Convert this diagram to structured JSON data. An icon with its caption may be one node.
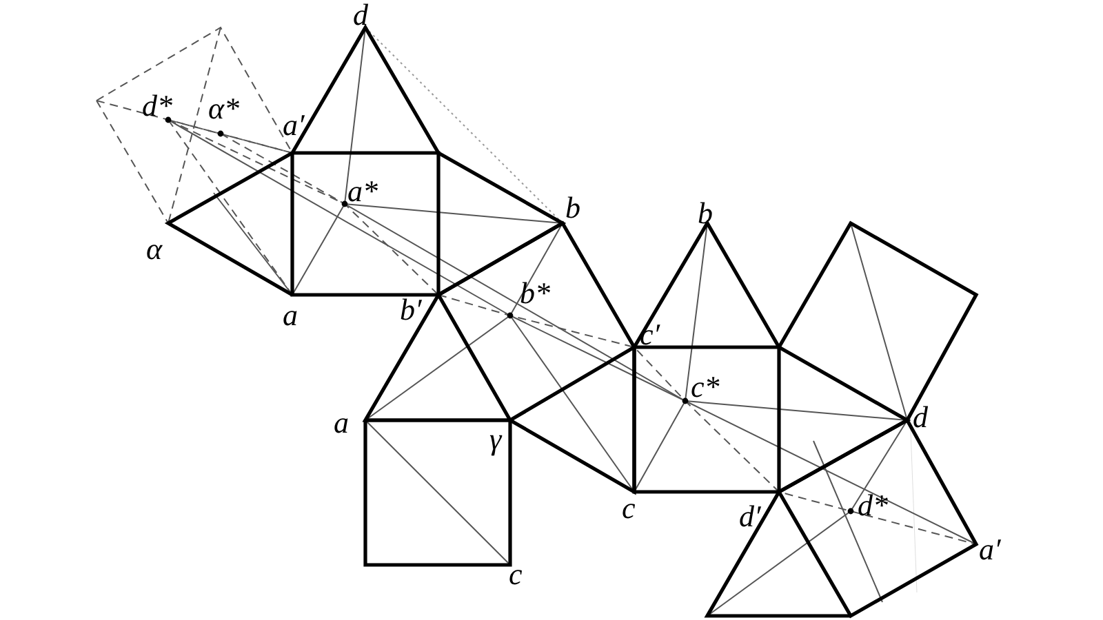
{
  "diagram": {
    "labels": [
      "d",
      "d*",
      "α*",
      "a′",
      "a*",
      "b",
      "b",
      "α",
      "a",
      "b*",
      "b′",
      "c′",
      "c*",
      "d",
      "a",
      "γ",
      "d*",
      "c",
      "d′",
      "a′",
      "c"
    ]
  }
}
